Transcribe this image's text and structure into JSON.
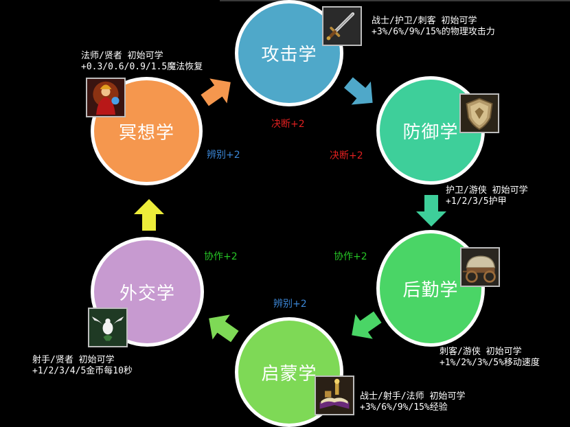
{
  "nodes": {
    "attack": {
      "label": "攻击学",
      "color": "#4fa8c9",
      "desc1": "战士/护卫/刺客 初始可学",
      "desc2": "+3%/6%/9%/15%的物理攻击力",
      "icon": "sword-icon"
    },
    "defense": {
      "label": "防御学",
      "color": "#3ecf9a",
      "desc1": "护卫/游侠 初始可学",
      "desc2": "+1/2/3/5护甲",
      "icon": "shield-icon"
    },
    "logistics": {
      "label": "后勤学",
      "color": "#4ad566",
      "desc1": "刺客/游侠 初始可学",
      "desc2": "+1%/2%/3%/5%移动速度",
      "icon": "wagon-icon"
    },
    "enlighten": {
      "label": "启蒙学",
      "color": "#7ed956",
      "desc1": "战士/射手/法师 初始可学",
      "desc2": "+3%/6%/9%/15%经验",
      "icon": "book-icon"
    },
    "diplomacy": {
      "label": "外交学",
      "color": "#c79ad0",
      "desc1": "射手/贤者 初始可学",
      "desc2": "+1/2/3/4/5金币每10秒",
      "icon": "dove-icon"
    },
    "meditate": {
      "label": "冥想学",
      "color": "#f5974e",
      "desc1": "法师/贤者 初始可学",
      "desc2": "+0.3/0.6/0.9/1.5魔法恢复",
      "icon": "mage-icon"
    }
  },
  "bonuses": {
    "b1": {
      "text": "决断+2",
      "color": "#e02020"
    },
    "b2": {
      "text": "决断+2",
      "color": "#e02020"
    },
    "b3": {
      "text": "辨别+2",
      "color": "#3b86d6"
    },
    "b4": {
      "text": "辨别+2",
      "color": "#3b86d6"
    },
    "b5": {
      "text": "协作+2",
      "color": "#26c626"
    },
    "b6": {
      "text": "协作+2",
      "color": "#26c626"
    }
  },
  "arrows": {
    "a1": {
      "color": "#f5974e"
    },
    "a2": {
      "color": "#4fa8c9"
    },
    "a3": {
      "color": "#3ecf9a"
    },
    "a4": {
      "color": "#4ad566"
    },
    "a5": {
      "color": "#7ed956"
    },
    "a6": {
      "color": "#eded3a"
    }
  }
}
